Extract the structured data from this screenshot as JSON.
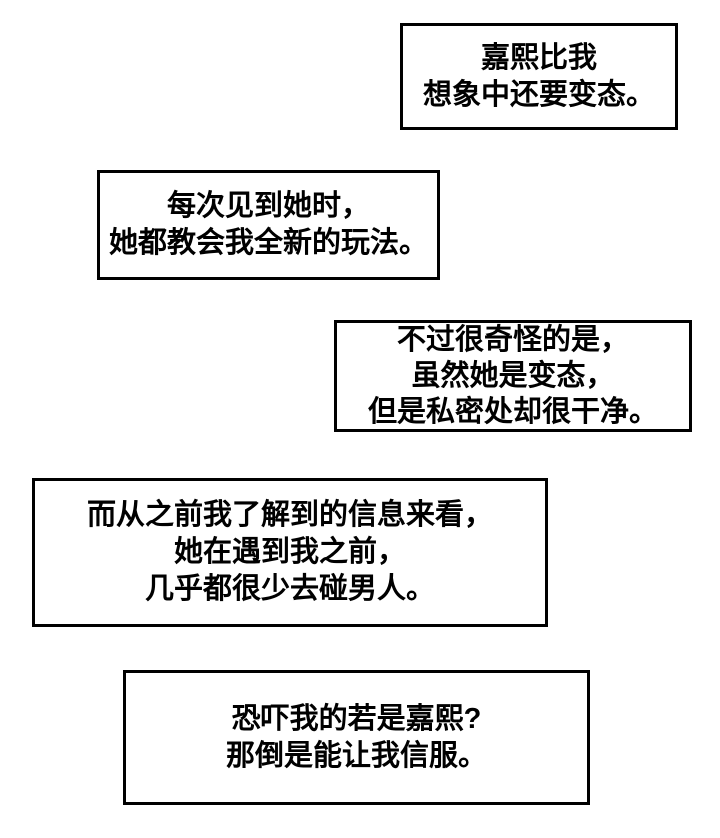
{
  "page": {
    "background_color": "#ffffff",
    "box_border_color": "#000000",
    "text_color": "#000000"
  },
  "narration_boxes": [
    {
      "lines": [
        "嘉熙比我",
        "想象中还要变态。"
      ]
    },
    {
      "lines": [
        "每次见到她时，",
        "她都教会我全新的玩法。"
      ]
    },
    {
      "lines": [
        "不过很奇怪的是，",
        "虽然她是变态，",
        "但是私密处却很干净。"
      ]
    },
    {
      "lines": [
        "而从之前我了解到的信息来看，",
        "她在遇到我之前，",
        "几乎都很少去碰男人。"
      ]
    },
    {
      "lines": [
        "恐吓我的若是嘉熙?",
        "那倒是能让我信服。"
      ]
    }
  ]
}
